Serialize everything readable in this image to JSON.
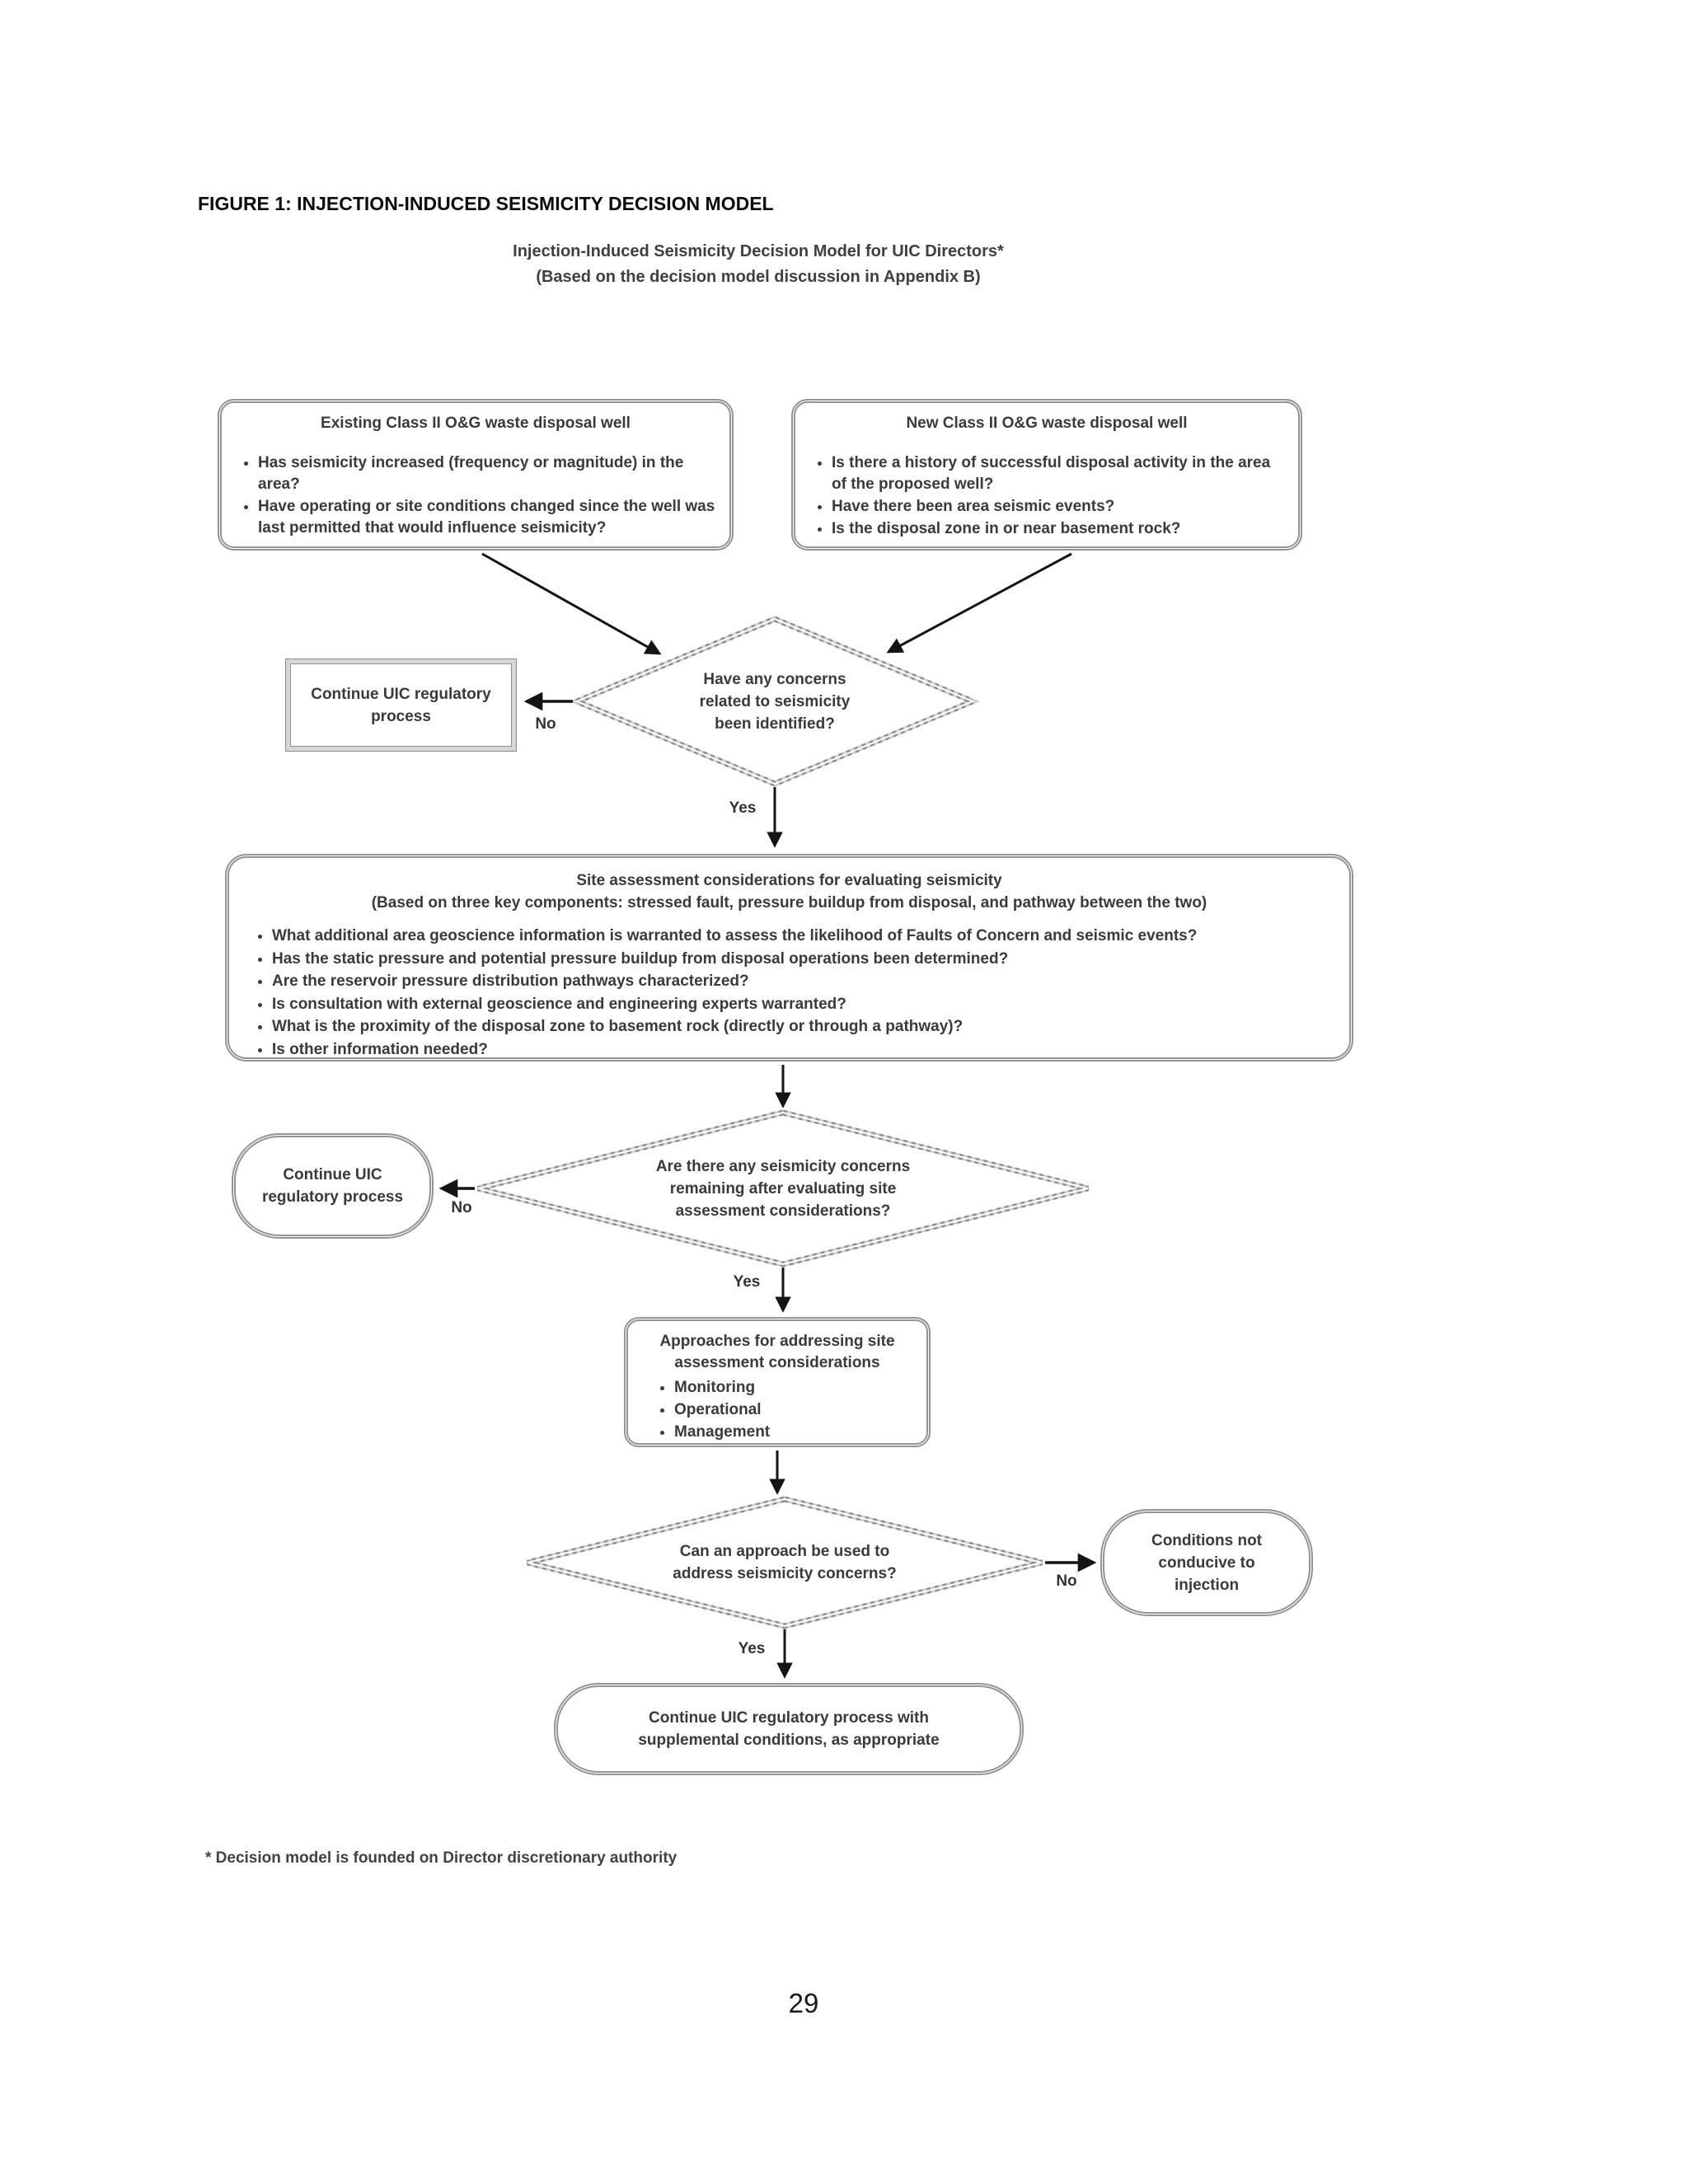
{
  "document": {
    "figure_caption": "FIGURE 1: INJECTION-INDUCED SEISMICITY DECISION MODEL",
    "footnote": "* Decision model is founded on Director discretionary authority",
    "page_number": "29"
  },
  "flowchart": {
    "title_line1": "Injection-Induced Seismicity Decision Model for UIC Directors*",
    "title_line2": "(Based on the decision model discussion in Appendix B)",
    "labels": {
      "yes": "Yes",
      "no": "No"
    },
    "nodes": {
      "existing_well": {
        "title": "Existing Class II O&G waste disposal well",
        "bullets": [
          "Has seismicity increased (frequency or magnitude) in the area?",
          "Have operating or site conditions changed since the well was last permitted that would influence seismicity?"
        ]
      },
      "new_well": {
        "title": "New Class II O&G waste disposal well",
        "bullets": [
          "Is there a history of successful disposal activity in the area of the proposed well?",
          "Have there been area seismic events?",
          "Is the disposal zone in or near basement rock?"
        ]
      },
      "concerns_identified": {
        "question": "Have any concerns related to seismicity been identified?"
      },
      "continue_uic_process": {
        "label": "Continue UIC regulatory process"
      },
      "site_assessment": {
        "title_line1": "Site assessment considerations for evaluating seismicity",
        "title_line2": "(Based on three key components:  stressed fault, pressure buildup from disposal, and pathway between the two)",
        "bullets": [
          "What additional area geoscience information is warranted to assess the likelihood of Faults of Concern and seismic events?",
          "Has the static pressure and potential pressure buildup from disposal operations been determined?",
          "Are the reservoir pressure distribution pathways characterized?",
          "Is consultation with external geoscience and engineering experts warranted?",
          "What is the proximity of the disposal zone to basement rock (directly or through a pathway)?",
          "Is other information needed?"
        ]
      },
      "concerns_remaining": {
        "question": "Are there any seismicity concerns remaining after evaluating site assessment considerations?"
      },
      "continue_uic_process_2": {
        "label": "Continue UIC regulatory process"
      },
      "approaches": {
        "title": "Approaches for addressing site assessment considerations",
        "bullets": [
          "Monitoring",
          "Operational",
          "Management"
        ]
      },
      "approach_usable": {
        "question": "Can an approach be used to address seismicity concerns?"
      },
      "conditions_not_conducive": {
        "label": "Conditions not conducive to injection"
      },
      "continue_with_conditions": {
        "label": "Continue UIC regulatory process with supplemental conditions, as appropriate"
      }
    }
  }
}
